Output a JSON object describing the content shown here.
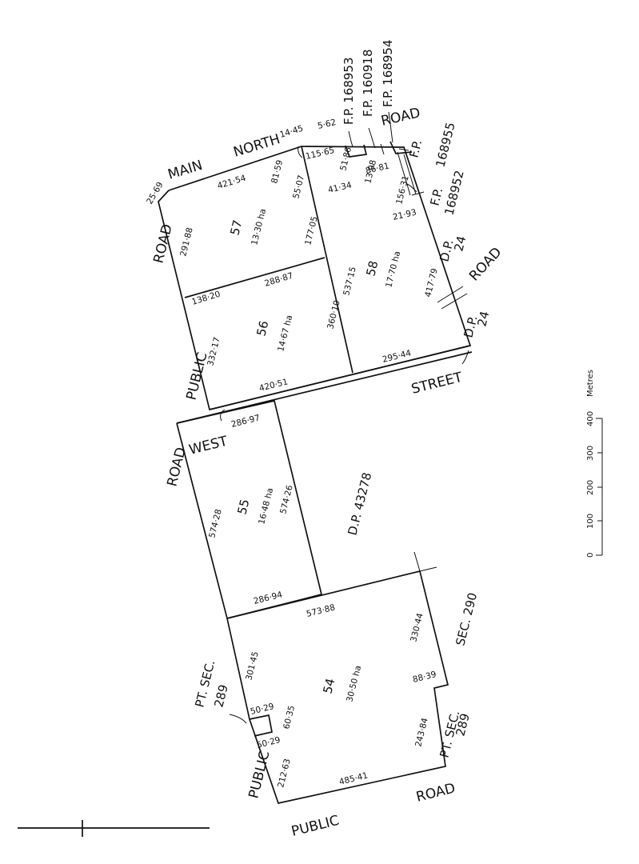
{
  "roads": {
    "main_north_road_1": "MAIN",
    "main_north_road_2": "NORTH",
    "road_top": "ROAD",
    "road_left_upper": "ROAD",
    "public_left_upper": "PUBLIC",
    "west_label": "WEST",
    "road_left_mid": "ROAD",
    "street_label": "STREET",
    "road_right": "ROAD",
    "public_bottom_left_vertical": "PUBLIC",
    "public_bottom": "PUBLIC",
    "road_bottom": "ROAD"
  },
  "allotments": [
    {
      "lot": "57",
      "area": "13·30 ha"
    },
    {
      "lot": "58",
      "area": "17·70 ha"
    },
    {
      "lot": "56",
      "area": "14·67 ha"
    },
    {
      "lot": "55",
      "area": "16·48 ha"
    },
    {
      "lot": "54",
      "area": "30·50 ha"
    }
  ],
  "plans": {
    "fp_168953": "F.P. 168953",
    "fp_160918": "F.P. 160918",
    "fp_168954": "F.P. 168954",
    "fp_168955_a": "F.P.",
    "fp_168955_b": "168955",
    "fp_168952_a": "F.P.",
    "fp_168952_b": "168952",
    "dp24_upper_a": "D.P.",
    "dp24_upper_b": "24",
    "dp24_lower_a": "D.P.",
    "dp24_lower_b": "24",
    "dp_43278": "D.P.  43278",
    "sec_290": "SEC. 290",
    "pt_sec_289_left_a": "PT. SEC.",
    "pt_sec_289_left_b": "289",
    "pt_sec_289_right_a": "PT. SEC.",
    "pt_sec_289_right_b": "289"
  },
  "dimensions": {
    "d_25_69": "25·69",
    "d_421_54": "421·54",
    "d_14_45": "14·45",
    "d_5_62": "5·62",
    "d_115_65": "115·65",
    "d_51_86": "51·86",
    "d_81_59": "81·59",
    "d_55_07": "55·07",
    "d_41_34": "41·34",
    "d_13_98": "13·98",
    "d_86_81": "86·81",
    "d_156_31": "156·31",
    "d_21_93": "21·93",
    "d_291_88": "291·88",
    "d_177_05": "177·05",
    "d_288_87": "288·87",
    "d_138_20": "138·20",
    "d_537_15": "537·15",
    "d_417_79": "417·79",
    "d_360_10": "360·10",
    "d_332_17": "332·17",
    "d_295_44": "295·44",
    "d_420_51": "420·51",
    "d_286_97": "286·97",
    "d_574_28": "574·28",
    "d_574_26": "574·26",
    "d_286_94": "286·94",
    "d_573_88": "573·88",
    "d_330_44": "330·44",
    "d_301_45": "301·45",
    "d_88_39": "88·39",
    "d_50_29_a": "50·29",
    "d_60_35": "60·35",
    "d_50_29_b": "50·29",
    "d_212_63": "212·63",
    "d_243_84": "243·84",
    "d_485_41": "485·41"
  },
  "scale": {
    "title": "Metres",
    "ticks": [
      "0",
      "100",
      "200",
      "300",
      "400"
    ]
  }
}
